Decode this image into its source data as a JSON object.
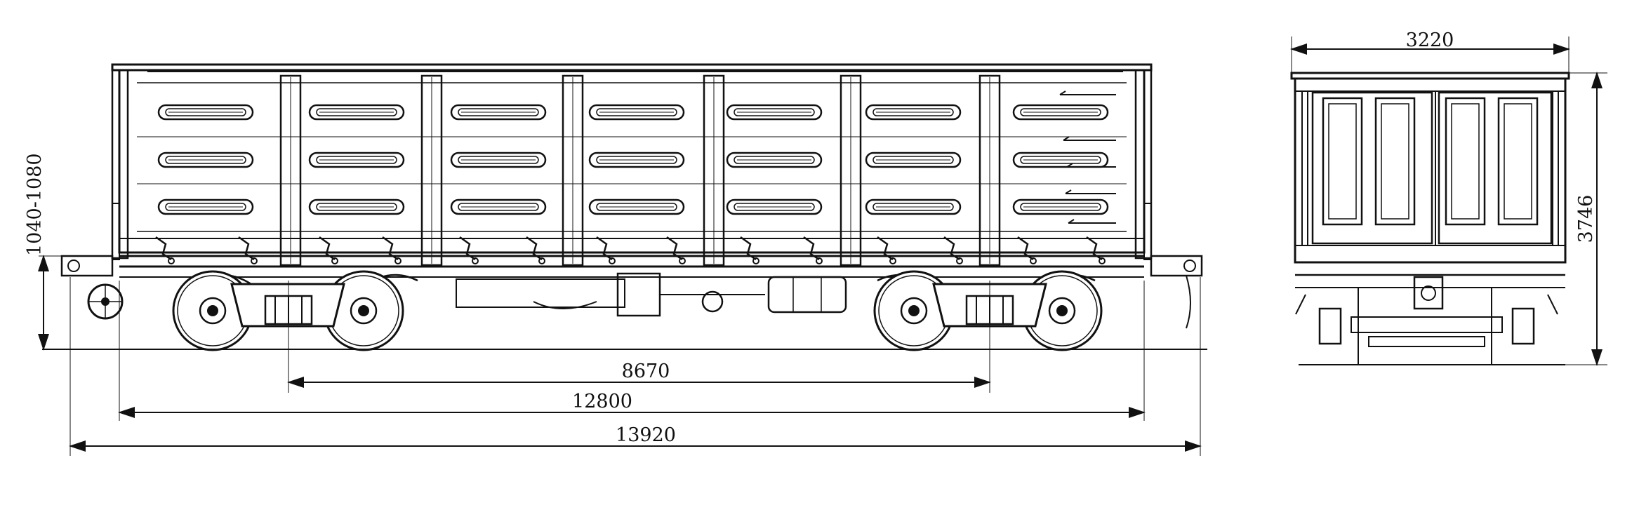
{
  "side_view": {
    "dimensions": {
      "bogie_centers": "8670",
      "frame_length": "12800",
      "coupler_length": "13920",
      "coupler_height": "1040-1080"
    }
  },
  "end_view": {
    "dimensions": {
      "width": "3220",
      "height": "3746"
    }
  },
  "colors": {
    "ink": "#111111",
    "paper": "#ffffff"
  }
}
